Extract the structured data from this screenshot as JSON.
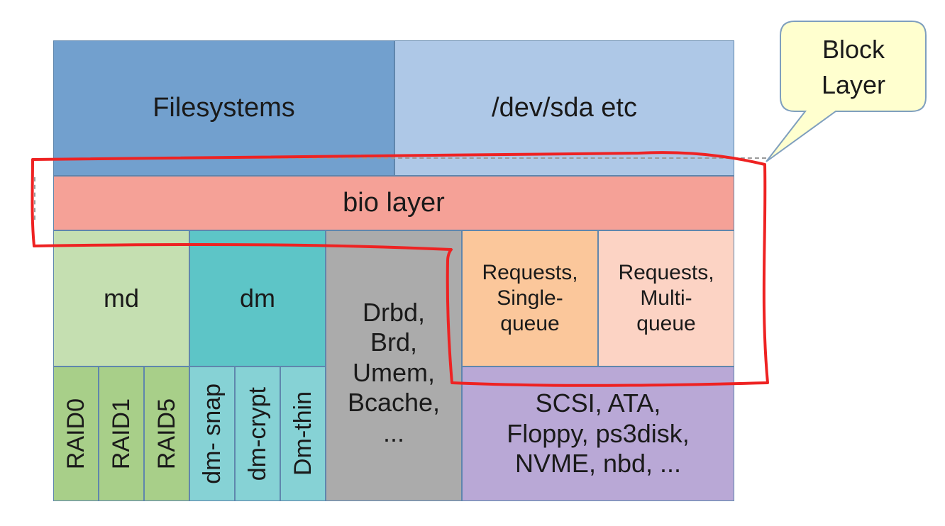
{
  "callout": {
    "line1": "Block",
    "line2": "Layer"
  },
  "top": {
    "filesystems": "Filesystems",
    "dev": "/dev/sda etc"
  },
  "bio": {
    "label": "bio layer"
  },
  "md": {
    "label": "md",
    "raid": [
      "RAID0",
      "RAID1",
      "RAID5"
    ]
  },
  "dm": {
    "label": "dm",
    "targets": [
      "dm- snap",
      "dm-crypt",
      "Dm-thin"
    ]
  },
  "drivers": {
    "lines": [
      "Drbd,",
      "Brd,",
      "Umem,",
      "Bcache,",
      "..."
    ]
  },
  "requests": {
    "single": [
      "Requests,",
      "Single-",
      "queue"
    ],
    "multi": [
      "Requests,",
      "Multi-",
      "queue"
    ]
  },
  "hw": {
    "lines": [
      "SCSI, ATA,",
      "Floppy, ps3disk,",
      "NVME, nbd, ..."
    ]
  },
  "colors": {
    "filesystems": "#72a0ce",
    "dev": "#aec8e7",
    "bio": "#f5a197",
    "md": "#c5dfb1",
    "raid": "#a8cf89",
    "dm": "#5dc5c7",
    "dmTarget": "#86d2d5",
    "drivers": "#ababab",
    "single": "#fbc79b",
    "multi": "#fcd3c4",
    "hw": "#b9a8d6",
    "callout": "#ffffcf",
    "highlight": "#ee2222"
  }
}
